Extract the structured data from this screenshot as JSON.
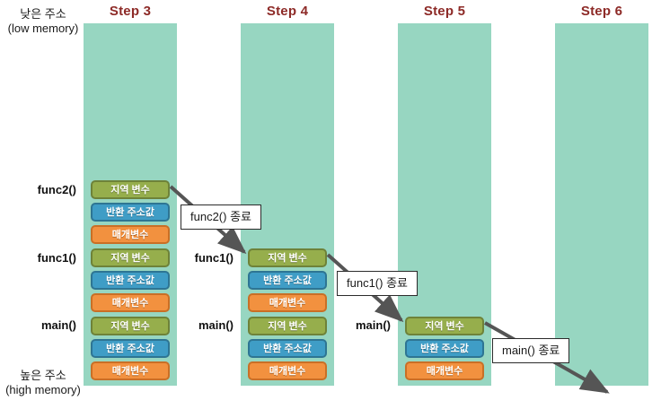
{
  "memory_axis": {
    "low": {
      "ko": "낮은 주소",
      "en": "(low memory)"
    },
    "high": {
      "ko": "높은 주소",
      "en": "(high memory)"
    }
  },
  "colors": {
    "column_background": "#97d6c1",
    "step_header_text": "#8d2a27",
    "local_variable": "#96ae4c",
    "return_address": "#3f9dc6",
    "parameter": "#f2913f",
    "arrow": "#555555",
    "callout_border": "#2b2b2b"
  },
  "block_types": {
    "local": "지역 변수",
    "ret": "반환 주소값",
    "param": "매개변수"
  },
  "steps": [
    {
      "header": "Step 3",
      "frames": [
        {
          "name": "func2()",
          "blocks": [
            "지역 변수",
            "반환 주소값",
            "매개변수"
          ]
        },
        {
          "name": "func1()",
          "blocks": [
            "지역 변수",
            "반환 주소값",
            "매개변수"
          ]
        },
        {
          "name": "main()",
          "blocks": [
            "지역 변수",
            "반환 주소값",
            "매개변수"
          ]
        }
      ]
    },
    {
      "header": "Step 4",
      "frames": [
        {
          "name": "func1()",
          "blocks": [
            "지역 변수",
            "반환 주소값",
            "매개변수"
          ]
        },
        {
          "name": "main()",
          "blocks": [
            "지역 변수",
            "반환 주소값",
            "매개변수"
          ]
        }
      ]
    },
    {
      "header": "Step 5",
      "frames": [
        {
          "name": "main()",
          "blocks": [
            "지역 변수",
            "반환 주소값",
            "매개변수"
          ]
        }
      ]
    },
    {
      "header": "Step 6",
      "frames": []
    }
  ],
  "callouts": [
    {
      "label": "func2() 종료"
    },
    {
      "label": "func1() 종료"
    },
    {
      "label": "main() 종료"
    }
  ]
}
